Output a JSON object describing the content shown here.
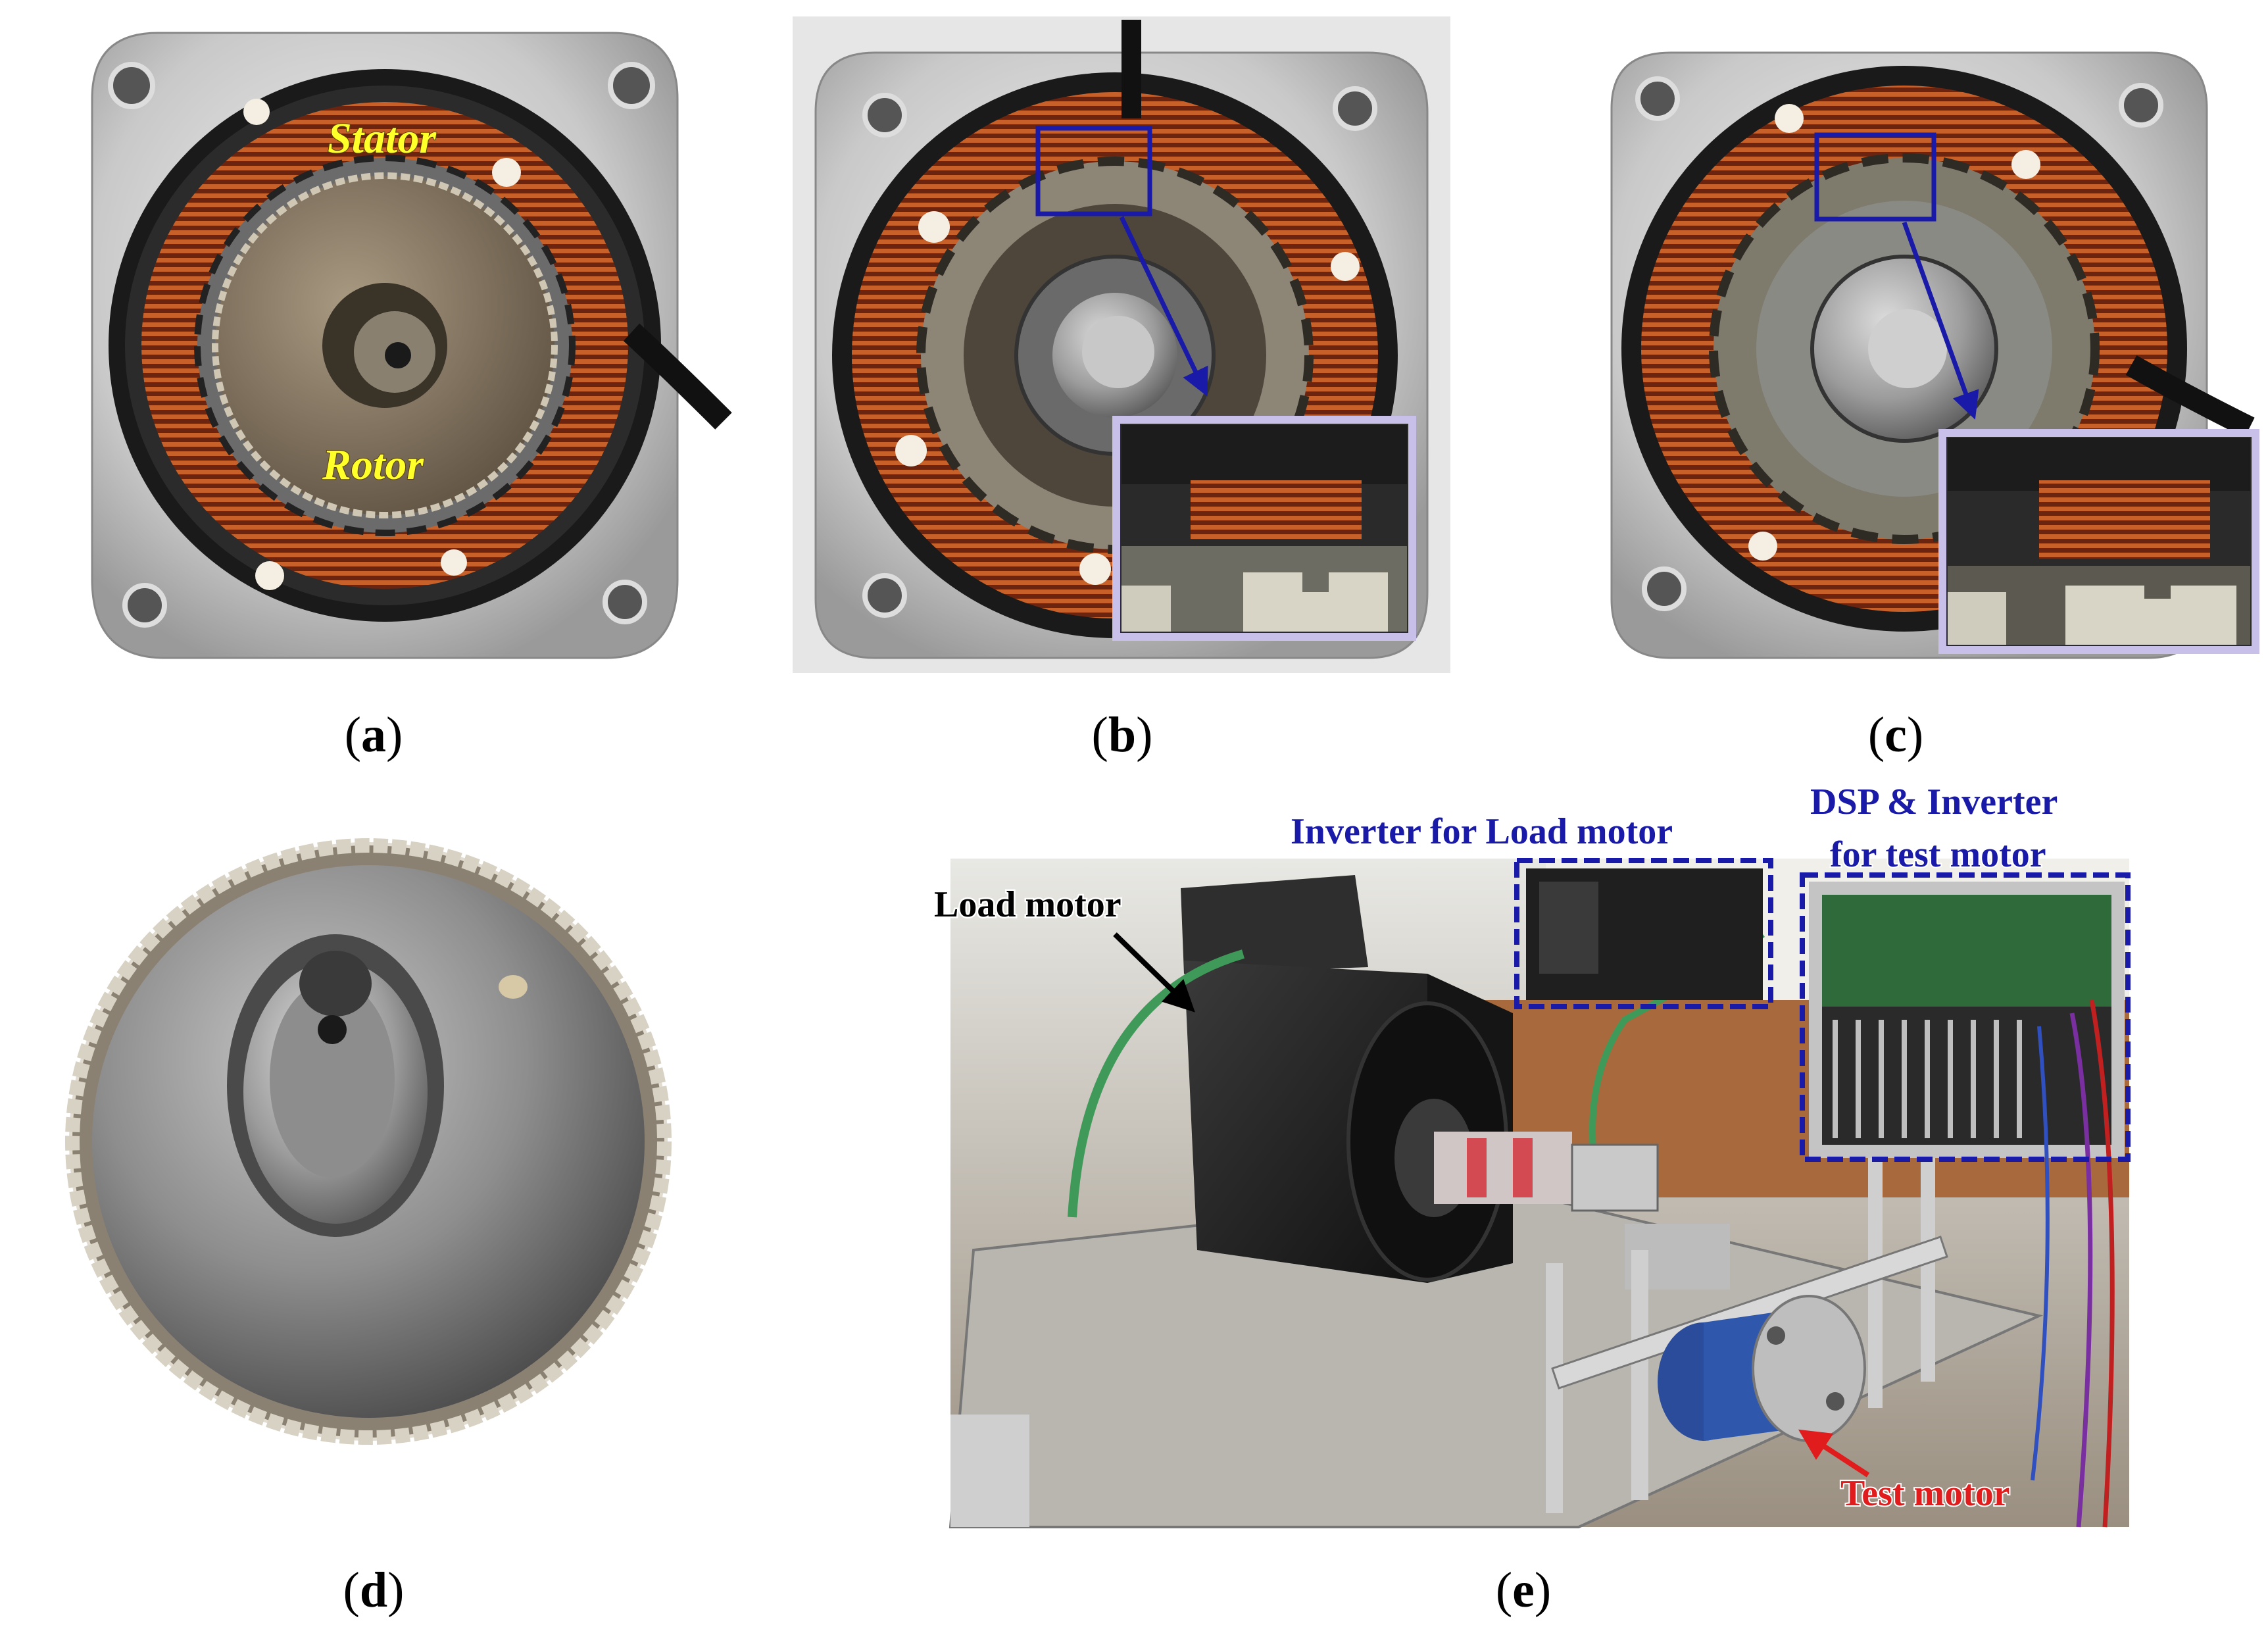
{
  "panels": {
    "a": {
      "caption_open": "(",
      "caption_letter": "a",
      "caption_close": ")",
      "labels": {
        "stator": "Stator",
        "rotor": "Rotor"
      }
    },
    "b": {
      "caption_open": "(",
      "caption_letter": "b",
      "caption_close": ")"
    },
    "c": {
      "caption_open": "(",
      "caption_letter": "c",
      "caption_close": ")"
    },
    "d": {
      "caption_open": "(",
      "caption_letter": "d",
      "caption_close": ")"
    },
    "e": {
      "caption_open": "(",
      "caption_letter": "e",
      "caption_close": ")",
      "labels": {
        "load_motor": "Load motor",
        "inverter_load": "Inverter for Load motor",
        "dsp_line1": "DSP & Inverter",
        "dsp_line2": "for test motor",
        "test_motor": "Test motor"
      }
    }
  },
  "colors": {
    "annotation_blue": "#1a1aa8",
    "annotation_red": "#e01c1c",
    "label_yellow": "#ffff2a",
    "copper": "#b4501e"
  },
  "icons": {
    "blue_arrow": "arrow-icon",
    "black_arrow": "arrow-icon",
    "red_arrow": "arrow-icon"
  }
}
